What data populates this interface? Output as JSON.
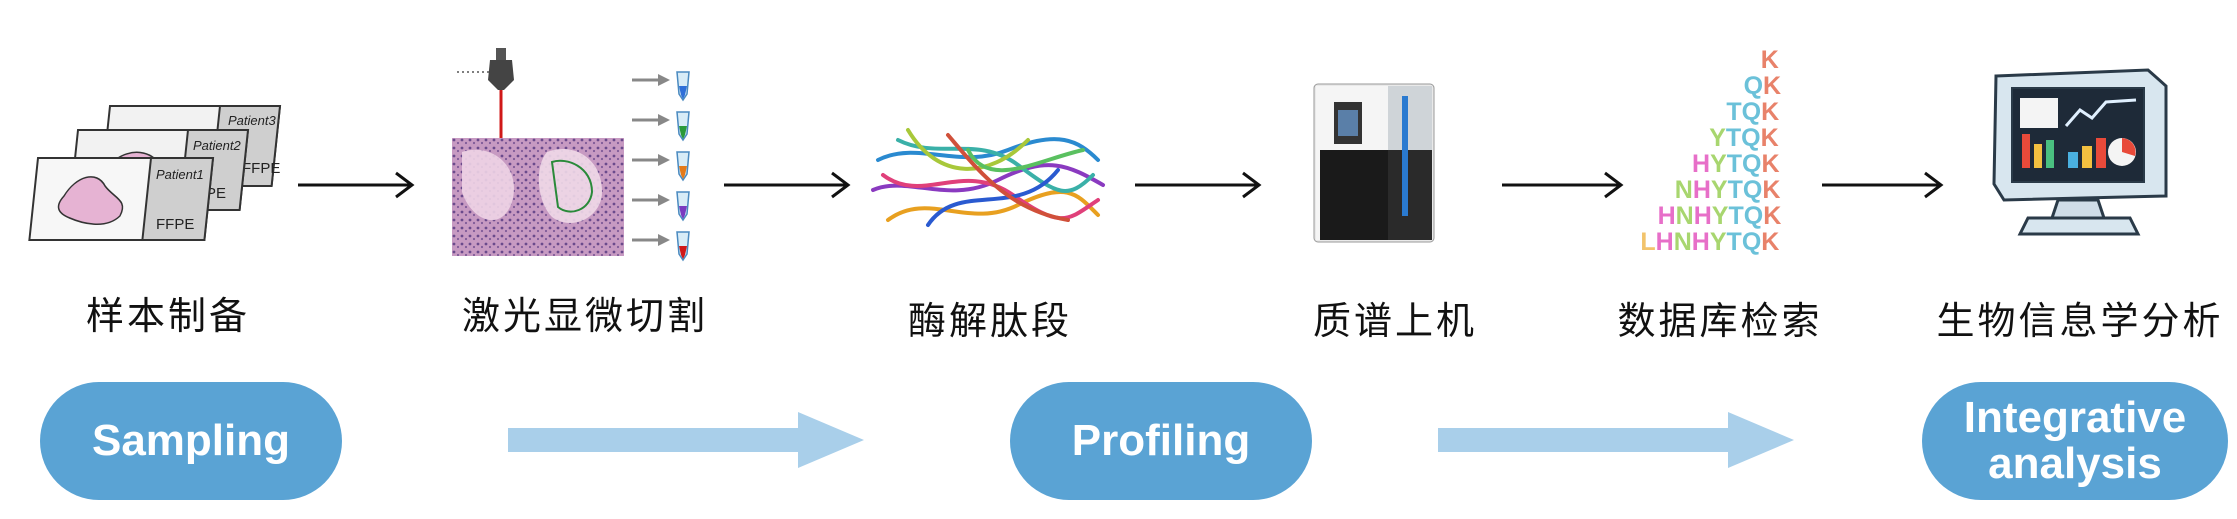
{
  "steps": [
    {
      "label": "样本制备"
    },
    {
      "label": "激光显微切割"
    },
    {
      "label": "酶解肽段"
    },
    {
      "label": "质谱上机"
    },
    {
      "label": "数据库检索"
    },
    {
      "label": "生物信息学分析"
    }
  ],
  "phases": {
    "sampling": "Sampling",
    "profiling": "Profiling",
    "integrative_line1": "Integrative",
    "integrative_line2": "analysis"
  },
  "slides": {
    "patient1": "Patient1",
    "patient2": "Patient2",
    "patient3": "Patient3",
    "ffpe": "FFPE",
    "pe": "PE"
  },
  "peptides": [
    "K",
    "QK",
    "TQK",
    "YTQK",
    "HYTQK",
    "NHYTQK",
    "HNHYTQK",
    "LHNHYTQK"
  ],
  "letter_colors": {
    "K": "#e8826a",
    "Q": "#6bc1d9",
    "T": "#6bc1d9",
    "Y": "#a8d66f",
    "H": "#e76fc8",
    "N": "#a8d66f",
    "L": "#f2c36b"
  },
  "colors": {
    "pill": "#5aa3d4",
    "phase_arrow": "#a9cfea",
    "arrow": "#111111"
  }
}
